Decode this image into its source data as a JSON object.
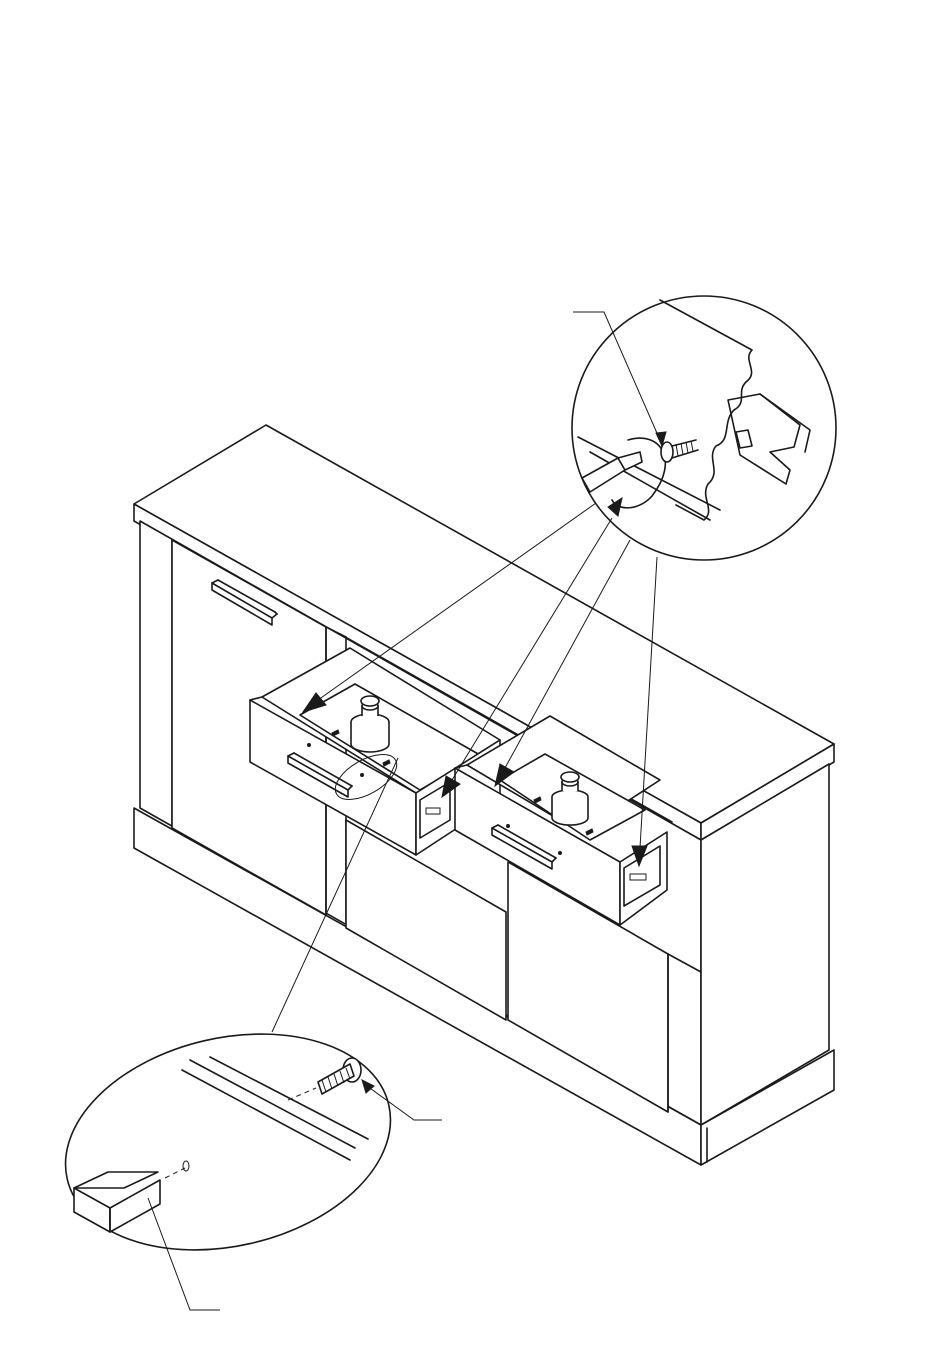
{
  "diagram": {
    "kind": "furniture assembly step",
    "parts": [
      "sideboard",
      "drawer-left",
      "drawer-right",
      "drawer-weight",
      "drawer-handle",
      "screw",
      "drawer-runner"
    ],
    "callouts": [
      "detail-top-right",
      "detail-bottom-left"
    ],
    "labels": {}
  }
}
